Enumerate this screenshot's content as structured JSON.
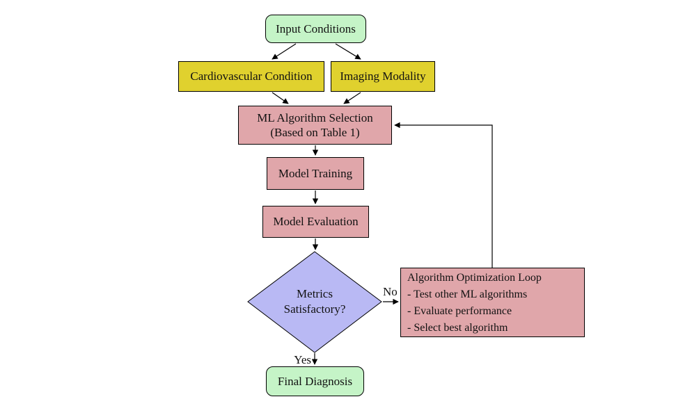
{
  "diagram": {
    "nodes": {
      "input_conditions": {
        "label": "Input Conditions",
        "fill": "#c5f4c7"
      },
      "cardiovascular_condition": {
        "label": "Cardiovascular Condition",
        "fill": "#e0d12e"
      },
      "imaging_modality": {
        "label": "Imaging Modality",
        "fill": "#e0d12e"
      },
      "ml_algorithm_selection": {
        "line1": "ML Algorithm Selection",
        "line2": "(Based on Table 1)",
        "fill": "#e0a6aa"
      },
      "model_training": {
        "label": "Model Training",
        "fill": "#e0a6aa"
      },
      "model_evaluation": {
        "label": "Model Evaluation",
        "fill": "#e0a6aa"
      },
      "decision": {
        "line1": "Metrics",
        "line2": "Satisfactory?",
        "fill": "#b9b9f4"
      },
      "optimization_loop": {
        "title": "Algorithm Optimization Loop",
        "items": [
          "- Test other ML algorithms",
          "- Evaluate performance",
          "- Select best algorithm"
        ],
        "fill": "#e0a6aa"
      },
      "final_diagnosis": {
        "label": "Final Diagnosis",
        "fill": "#c5f4c7"
      }
    },
    "edge_labels": {
      "no": "No",
      "yes": "Yes"
    },
    "style": {
      "border_color": "#000000",
      "arrow_color": "#000000",
      "background": "#ffffff"
    }
  }
}
